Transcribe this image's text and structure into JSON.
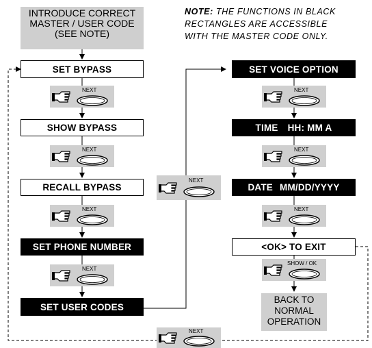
{
  "start_box": {
    "lines": [
      "INTRODUCE CORRECT",
      "MASTER / USER CODE",
      "(SEE NOTE)"
    ]
  },
  "note": {
    "label": "NOTE:",
    "text_line1": "THE FUNCTIONS IN BLACK",
    "text_line2": "RECTANGLES ARE ACCESSIBLE",
    "text_line3": "WITH THE MASTER CODE ONLY."
  },
  "left_column": [
    {
      "label": "SET BYPASS",
      "style": "white"
    },
    {
      "label": "SHOW BYPASS",
      "style": "white"
    },
    {
      "label": "RECALL BYPASS",
      "style": "white"
    },
    {
      "label": "SET PHONE NUMBER",
      "style": "black"
    },
    {
      "label": "SET USER CODES",
      "style": "black"
    }
  ],
  "right_column": {
    "voice": "SET VOICE OPTION",
    "time_label": "TIME",
    "time_format": "HH: MM A",
    "date_label": "DATE",
    "date_format": "MM/DD/YYYY",
    "ok_exit": "<OK> TO EXIT",
    "back_lines": [
      "BACK TO",
      "NORMAL",
      "OPERATION"
    ]
  },
  "keys": {
    "next": "NEXT",
    "show_ok": "SHOW / OK"
  },
  "icons": {
    "pointing_hand": "pointing-hand-icon",
    "key_button": "oval-key-icon"
  },
  "colors": {
    "grey": "#cfcfcf",
    "black": "#000000",
    "white": "#ffffff"
  }
}
